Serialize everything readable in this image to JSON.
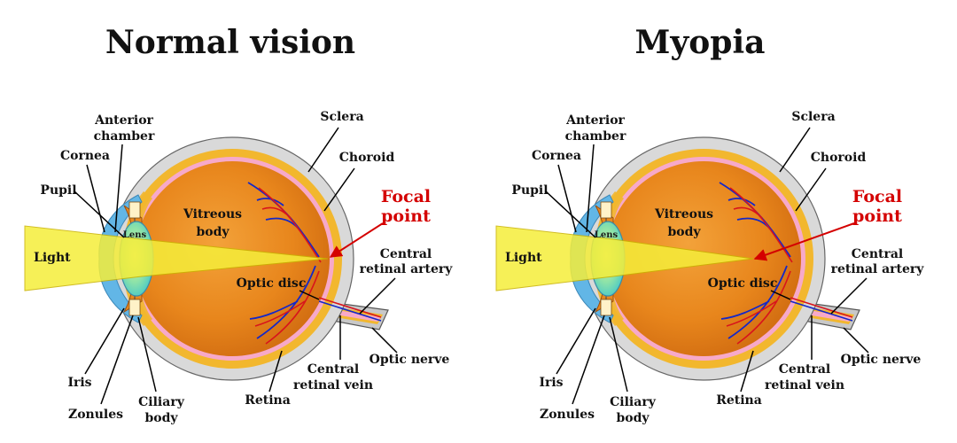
{
  "titles": {
    "left": "Normal vision",
    "right": "Myopia"
  },
  "labels": {
    "anterior_chamber": [
      "Anterior",
      "chamber"
    ],
    "cornea": "Cornea",
    "pupil": "Pupil",
    "lens": "Lens",
    "light": "Light",
    "vitreous_body": [
      "Vitreous",
      "body"
    ],
    "sclera": "Sclera",
    "choroid": "Choroid",
    "focal_point": [
      "Focal",
      "point"
    ],
    "central_retinal_artery": [
      "Central",
      "retinal artery"
    ],
    "optic_disc": "Optic disc",
    "optic_nerve": "Optic nerve",
    "iris": "Iris",
    "zonules": "Zonules",
    "ciliary_body": [
      "Ciliary",
      "body"
    ],
    "retina": "Retina",
    "central_retinal_vein": [
      "Central",
      "retinal vein"
    ]
  },
  "colors": {
    "light_beam": "#f5ee3a",
    "vitreous": "#e8891f",
    "sclera": "#d9d9d9",
    "choroid": "#f2b72e",
    "retina": "#f7a9c9",
    "lens": "#7de3a0",
    "cornea": "#62b6e6",
    "artery": "#d8141c",
    "vein": "#1428c8",
    "focal_arrow": "#d40000"
  }
}
